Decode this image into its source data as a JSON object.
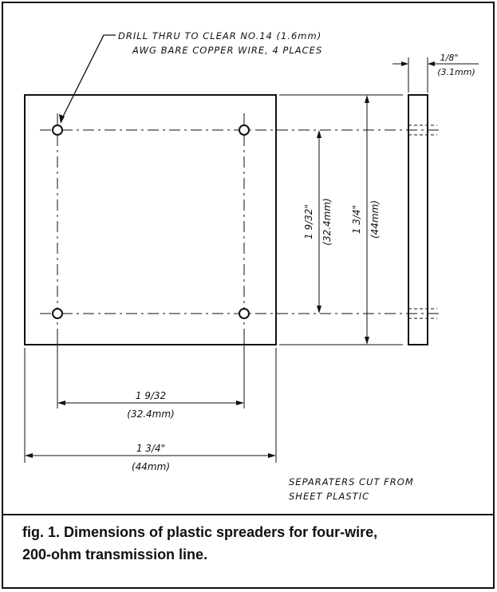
{
  "note": {
    "line1": "DRILL THRU TO CLEAR NO.14 (1.6mm)",
    "line2": "AWG BARE COPPER WIRE, 4 PLACES"
  },
  "dims": {
    "thickness_in": "1/8\"",
    "thickness_mm": "(3.1mm)",
    "hole_spacing_v_in": "1 9/32\"",
    "hole_spacing_v_mm": "(32.4mm)",
    "overall_v_in": "1 3/4\"",
    "overall_v_mm": "(44mm)",
    "hole_spacing_h_in": "1 9/32",
    "hole_spacing_h_mm": "(32.4mm)",
    "overall_h_in": "1 3/4\"",
    "overall_h_mm": "(44mm)"
  },
  "side_note": {
    "line1": "SEPARATERS CUT FROM",
    "line2": "SHEET PLASTIC"
  },
  "caption": {
    "line1": "fig. 1. Dimensions of plastic spreaders for four-wire,",
    "line2": "200-ohm transmission line."
  }
}
